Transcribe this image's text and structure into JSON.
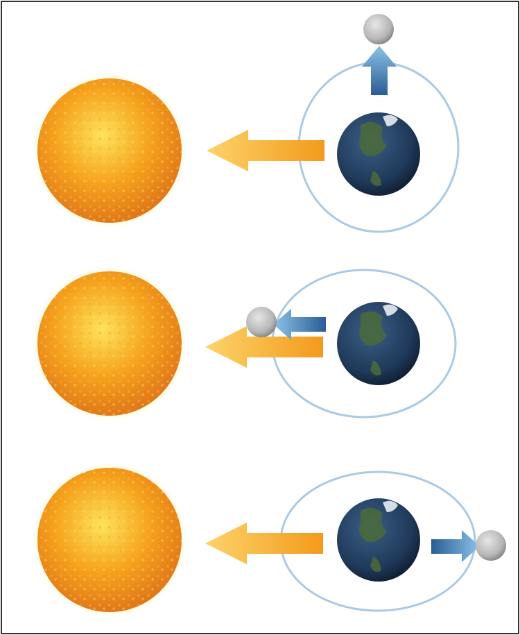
{
  "figure": {
    "description_free": true,
    "panels": [
      {
        "id": "panel-1",
        "moon_relative_position": "perpendicular-top"
      },
      {
        "id": "panel-2",
        "moon_relative_position": "between-sun-and-earth"
      },
      {
        "id": "panel-3",
        "moon_relative_position": "opposite-sun"
      }
    ],
    "colors": {
      "sun_core": "#fde25a",
      "sun_mid": "#f6a21c",
      "sun_edge": "#e0781a",
      "sun_glow": "#fff3b0",
      "orange_arrow_dark": "#f39a1c",
      "orange_arrow_light": "#fcd36a",
      "blue_arrow_dark": "#2a5d95",
      "blue_arrow_light": "#8cc3e8",
      "orbit": "#a9c9e4",
      "earth_ocean": "#1f3a5a",
      "earth_land": "#4b6b3a",
      "moon": "#bdbdbd",
      "frame_border": "#333333"
    },
    "icons": [
      "sun-icon",
      "earth-icon",
      "moon-icon",
      "arrow-icon"
    ]
  }
}
